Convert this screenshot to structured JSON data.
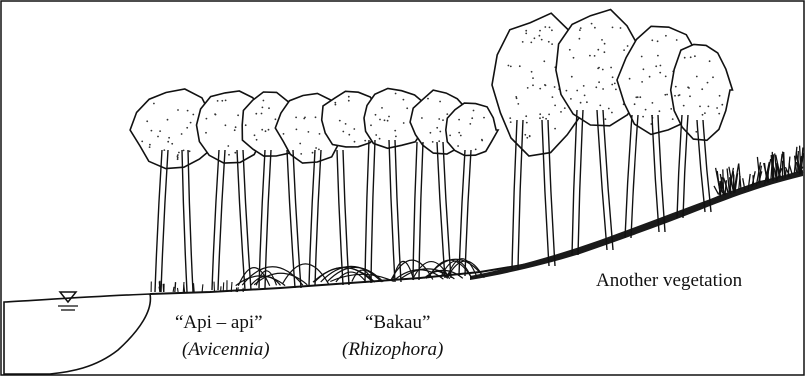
{
  "labels": {
    "avicennia_common": "“Api – api”",
    "avicennia_genus": "(Avicennia)",
    "rhizophora_common": "“Bakau”",
    "rhizophora_genus": "(Rhizophora)",
    "other": "Another vegetation"
  },
  "icons": {
    "water_level": "water-level-marker-icon"
  },
  "colors": {
    "ink": "#111111",
    "background": "#ffffff",
    "canopy_dots": "#333333"
  }
}
